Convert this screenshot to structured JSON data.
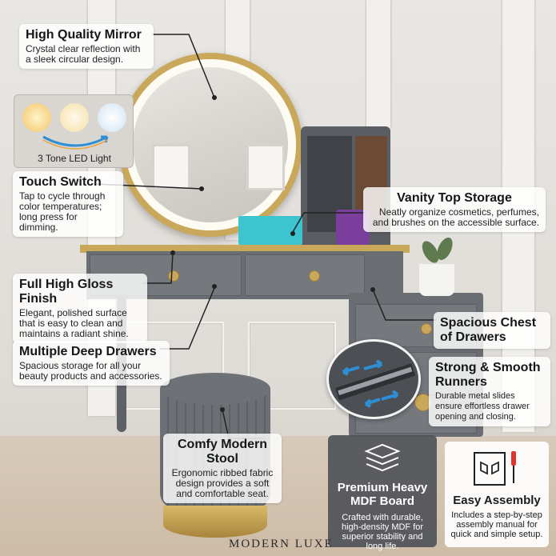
{
  "colors": {
    "accent_gold": "#c9a85c",
    "furniture_gray": "#6a6d72",
    "teal": "#3cc5cf",
    "arrow_blue": "#2f8fd6"
  },
  "callouts": {
    "mirror": {
      "title": "High Quality Mirror",
      "desc": "Crystal clear reflection with a sleek circular design."
    },
    "led": {
      "label": "3 Tone LED Light"
    },
    "touch": {
      "title": "Touch Switch",
      "desc": "Tap to cycle through color temperatures; long press for dimming."
    },
    "vanity": {
      "title": "Vanity Top Storage",
      "desc": "Neatly organize cosmetics, perfumes, and brushes on the accessible surface."
    },
    "gloss": {
      "title": "Full High Gloss Finish",
      "desc": "Elegant, polished surface that is easy to clean and maintains a radiant shine."
    },
    "chest": {
      "title": "Spacious Chest of Drawers"
    },
    "drawers": {
      "title": "Multiple Deep Drawers",
      "desc": "Spacious storage for all your beauty products and accessories."
    },
    "runners": {
      "title": "Strong & Smooth Runners",
      "desc": "Durable metal slides ensure effortless drawer opening and closing."
    },
    "stool": {
      "title": "Comfy Modern Stool",
      "desc": "Ergonomic ribbed fabric design provides a soft and comfortable seat."
    },
    "mdf": {
      "title": "Premium Heavy MDF Board",
      "desc": "Crafted with durable, high-density MDF for superior stability and long life.",
      "icon": "stacked-boards-icon"
    },
    "assembly": {
      "title": "Easy Assembly",
      "desc": "Includes a step-by-step assembly manual for quick and simple setup.",
      "icon": "manual-screwdriver-icon"
    }
  },
  "brand": "MODERN LUXE"
}
